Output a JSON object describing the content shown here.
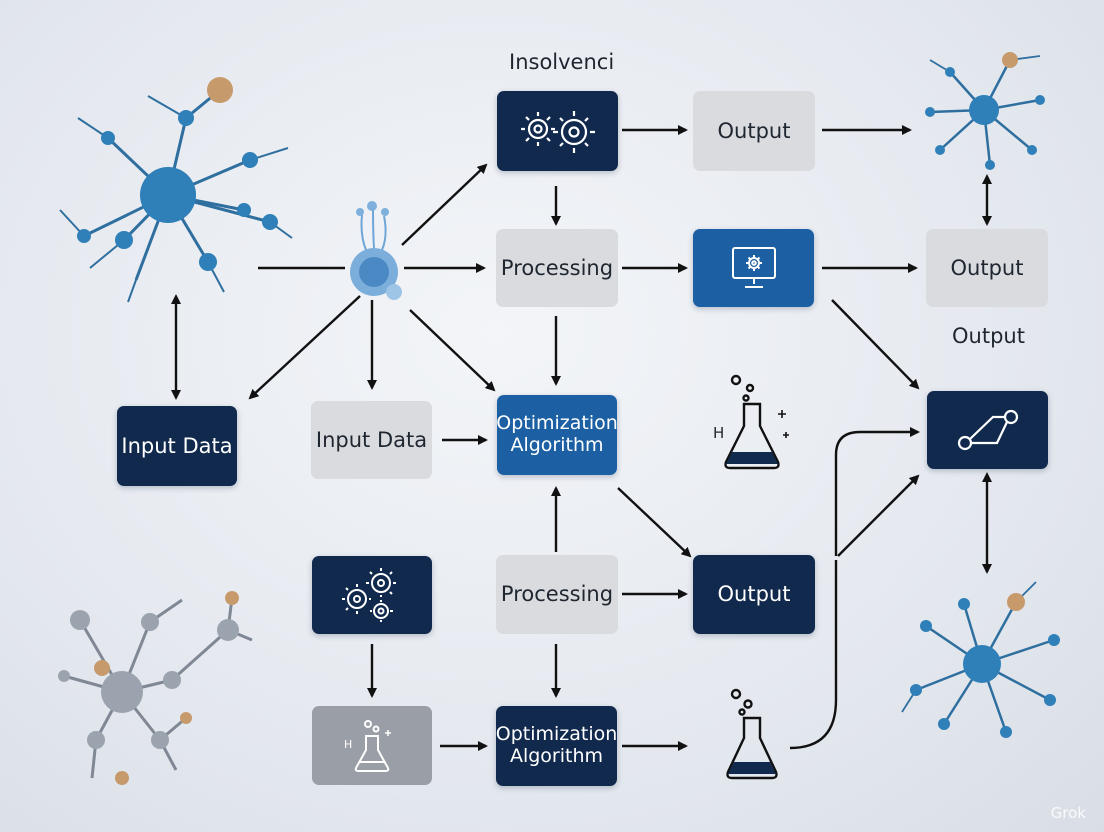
{
  "title": "Insolvenci",
  "nodes": {
    "gears_top": {
      "label": "",
      "icon": "gears-icon"
    },
    "output_top": {
      "label": "Output"
    },
    "processing_mid": {
      "label": "Processing"
    },
    "monitor": {
      "label": "",
      "icon": "monitor-gear-icon"
    },
    "output_right": {
      "label": "Output"
    },
    "output_caption": {
      "label": "Output"
    },
    "input_data_dark": {
      "label": "Input Data"
    },
    "input_data_light": {
      "label": "Input Data"
    },
    "optimization_top": {
      "label": "Optimization Algorithm"
    },
    "path_box": {
      "label": "",
      "icon": "path-nodes-icon"
    },
    "gears_bottom": {
      "label": "",
      "icon": "gears-icon"
    },
    "processing_bottom": {
      "label": "Processing"
    },
    "output_bottom": {
      "label": "Output"
    },
    "flask_box": {
      "label": "",
      "icon": "flask-icon"
    },
    "optimization_bottom": {
      "label": "Optimization Algorithm"
    }
  },
  "flask_label": "H",
  "flask_box_label": "H",
  "watermark": "Grok",
  "colors": {
    "dark_navy": "#10294d",
    "blue": "#1c60a3",
    "light_grey": "#d9dbdf",
    "molecule_blue": "#2f7fb8",
    "molecule_tan": "#c79a6c",
    "molecule_grey": "#9aa3ae"
  }
}
